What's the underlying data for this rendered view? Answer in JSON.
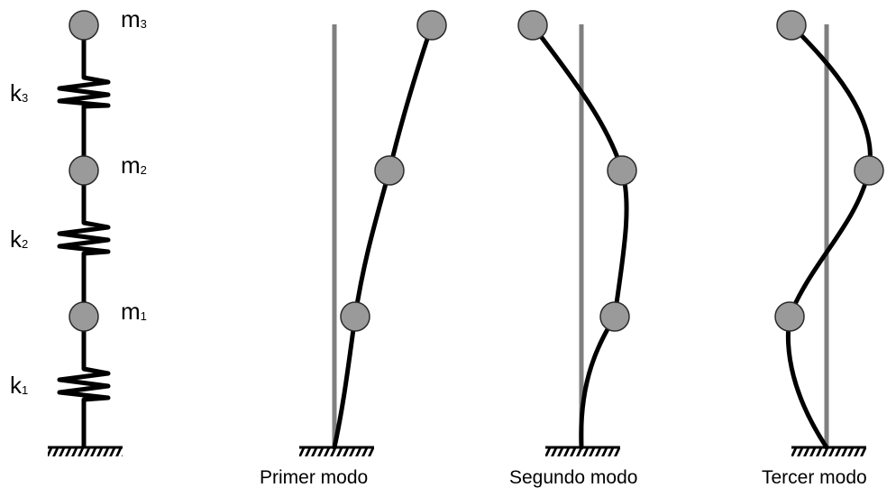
{
  "colors": {
    "mass_fill": "#9a9a9a",
    "mass_stroke": "#2a2a2a",
    "reference_line": "#7f7f7f",
    "structure": "#000000"
  },
  "model": {
    "masses": [
      {
        "symbol": "m",
        "index": "3"
      },
      {
        "symbol": "m",
        "index": "2"
      },
      {
        "symbol": "m",
        "index": "1"
      }
    ],
    "springs": [
      {
        "symbol": "k",
        "index": "3"
      },
      {
        "symbol": "k",
        "index": "2"
      },
      {
        "symbol": "k",
        "index": "1"
      }
    ]
  },
  "modes": [
    {
      "caption": "Primer modo"
    },
    {
      "caption": "Segundo modo"
    },
    {
      "caption": "Tercer modo"
    }
  ]
}
